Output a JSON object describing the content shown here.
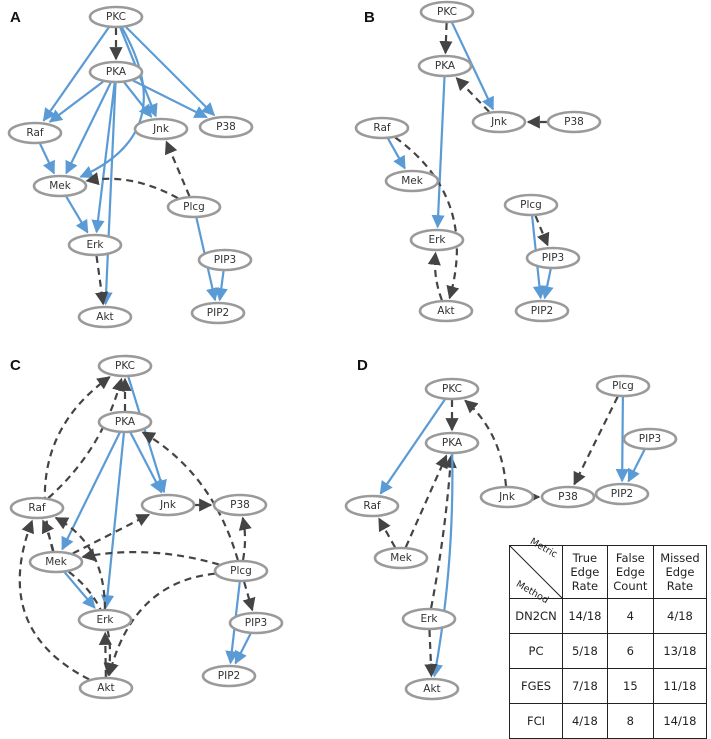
{
  "panels": [
    {
      "letter": "A",
      "nodes": [
        {
          "id": "PKC",
          "label": "PKC"
        },
        {
          "id": "PKA",
          "label": "PKA"
        },
        {
          "id": "Raf",
          "label": "Raf"
        },
        {
          "id": "Jnk",
          "label": "Jnk"
        },
        {
          "id": "P38",
          "label": "P38"
        },
        {
          "id": "Mek",
          "label": "Mek"
        },
        {
          "id": "Plcg",
          "label": "Plcg"
        },
        {
          "id": "Erk",
          "label": "Erk"
        },
        {
          "id": "PIP3",
          "label": "PIP3"
        },
        {
          "id": "Akt",
          "label": "Akt"
        },
        {
          "id": "PIP2",
          "label": "PIP2"
        }
      ],
      "edges": [
        {
          "from": "PKC",
          "to": "PKA",
          "kind": "other"
        },
        {
          "from": "PKC",
          "to": "Raf",
          "kind": "true"
        },
        {
          "from": "PKC",
          "to": "Mek",
          "kind": "true"
        },
        {
          "from": "PKC",
          "to": "Jnk",
          "kind": "true"
        },
        {
          "from": "PKC",
          "to": "P38",
          "kind": "true"
        },
        {
          "from": "PKA",
          "to": "Raf",
          "kind": "true"
        },
        {
          "from": "PKA",
          "to": "Mek",
          "kind": "true"
        },
        {
          "from": "PKA",
          "to": "Erk",
          "kind": "true"
        },
        {
          "from": "PKA",
          "to": "Akt",
          "kind": "true"
        },
        {
          "from": "PKA",
          "to": "Jnk",
          "kind": "true"
        },
        {
          "from": "PKA",
          "to": "P38",
          "kind": "true"
        },
        {
          "from": "Raf",
          "to": "Mek",
          "kind": "true"
        },
        {
          "from": "Mek",
          "to": "Erk",
          "kind": "true"
        },
        {
          "from": "Plcg",
          "to": "Mek",
          "kind": "other"
        },
        {
          "from": "Plcg",
          "to": "Jnk",
          "kind": "other"
        },
        {
          "from": "Plcg",
          "to": "PIP2",
          "kind": "true"
        },
        {
          "from": "PIP3",
          "to": "PIP2",
          "kind": "true"
        },
        {
          "from": "Erk",
          "to": "Akt",
          "kind": "other"
        }
      ]
    },
    {
      "letter": "B",
      "nodes": [
        {
          "id": "PKC",
          "label": "PKC"
        },
        {
          "id": "PKA",
          "label": "PKA"
        },
        {
          "id": "Jnk",
          "label": "Jnk"
        },
        {
          "id": "P38",
          "label": "P38"
        },
        {
          "id": "Raf",
          "label": "Raf"
        },
        {
          "id": "Mek",
          "label": "Mek"
        },
        {
          "id": "Plcg",
          "label": "Plcg"
        },
        {
          "id": "Erk",
          "label": "Erk"
        },
        {
          "id": "PIP3",
          "label": "PIP3"
        },
        {
          "id": "Akt",
          "label": "Akt"
        },
        {
          "id": "PIP2",
          "label": "PIP2"
        }
      ],
      "edges": [
        {
          "from": "PKC",
          "to": "PKA",
          "kind": "other"
        },
        {
          "from": "PKC",
          "to": "Jnk",
          "kind": "true"
        },
        {
          "from": "Jnk",
          "to": "PKA",
          "kind": "other"
        },
        {
          "from": "P38",
          "to": "Jnk",
          "kind": "other"
        },
        {
          "from": "PKA",
          "to": "Erk",
          "kind": "true"
        },
        {
          "from": "Raf",
          "to": "Mek",
          "kind": "true"
        },
        {
          "from": "Raf",
          "to": "Akt",
          "kind": "other"
        },
        {
          "from": "Akt",
          "to": "Erk",
          "kind": "other"
        },
        {
          "from": "Plcg",
          "to": "PIP3",
          "kind": "other"
        },
        {
          "from": "Plcg",
          "to": "PIP2",
          "kind": "true"
        },
        {
          "from": "PIP3",
          "to": "PIP2",
          "kind": "true"
        }
      ]
    },
    {
      "letter": "C",
      "nodes": [
        {
          "id": "PKC",
          "label": "PKC"
        },
        {
          "id": "PKA",
          "label": "PKA"
        },
        {
          "id": "Raf",
          "label": "Raf"
        },
        {
          "id": "Jnk",
          "label": "Jnk"
        },
        {
          "id": "P38",
          "label": "P38"
        },
        {
          "id": "Mek",
          "label": "Mek"
        },
        {
          "id": "Plcg",
          "label": "Plcg"
        },
        {
          "id": "Erk",
          "label": "Erk"
        },
        {
          "id": "PIP3",
          "label": "PIP3"
        },
        {
          "id": "Akt",
          "label": "Akt"
        },
        {
          "id": "PIP2",
          "label": "PIP2"
        }
      ],
      "edges": [
        {
          "from": "PKA",
          "to": "PKC",
          "kind": "other"
        },
        {
          "from": "PKC",
          "to": "Jnk",
          "kind": "true"
        },
        {
          "from": "PKA",
          "to": "Jnk",
          "kind": "true"
        },
        {
          "from": "PKA",
          "to": "Mek",
          "kind": "true"
        },
        {
          "from": "PKA",
          "to": "Erk",
          "kind": "true"
        },
        {
          "from": "Raf",
          "to": "PKC",
          "kind": "other"
        },
        {
          "from": "Mek",
          "to": "PKC",
          "kind": "other"
        },
        {
          "from": "Jnk",
          "to": "P38",
          "kind": "other"
        },
        {
          "from": "Mek",
          "to": "Jnk",
          "kind": "other"
        },
        {
          "from": "Mek",
          "to": "Raf",
          "kind": "other"
        },
        {
          "from": "Mek",
          "to": "Erk",
          "kind": "true"
        },
        {
          "from": "Erk",
          "to": "Raf",
          "kind": "other"
        },
        {
          "from": "Plcg",
          "to": "Mek",
          "kind": "other"
        },
        {
          "from": "Plcg",
          "to": "PKA",
          "kind": "other"
        },
        {
          "from": "Plcg",
          "to": "P38",
          "kind": "other"
        },
        {
          "from": "Plcg",
          "to": "PIP3",
          "kind": "other"
        },
        {
          "from": "Plcg",
          "to": "PIP2",
          "kind": "true"
        },
        {
          "from": "PIP3",
          "to": "PIP2",
          "kind": "true"
        },
        {
          "from": "Akt",
          "to": "Raf",
          "kind": "other"
        },
        {
          "from": "Akt",
          "to": "Erk",
          "kind": "other"
        },
        {
          "from": "Plcg",
          "to": "Akt",
          "kind": "other"
        },
        {
          "from": "Mek",
          "to": "Akt",
          "kind": "other"
        }
      ]
    },
    {
      "letter": "D",
      "nodes": [
        {
          "id": "PKC",
          "label": "PKC"
        },
        {
          "id": "PKA",
          "label": "PKA"
        },
        {
          "id": "Raf",
          "label": "Raf"
        },
        {
          "id": "Mek",
          "label": "Mek"
        },
        {
          "id": "Jnk",
          "label": "Jnk"
        },
        {
          "id": "P38",
          "label": "P38"
        },
        {
          "id": "Plcg",
          "label": "Plcg"
        },
        {
          "id": "PIP3",
          "label": "PIP3"
        },
        {
          "id": "PIP2",
          "label": "PIP2"
        },
        {
          "id": "Erk",
          "label": "Erk"
        },
        {
          "id": "Akt",
          "label": "Akt"
        }
      ],
      "edges": [
        {
          "from": "PKC",
          "to": "PKA",
          "kind": "other"
        },
        {
          "from": "PKC",
          "to": "Raf",
          "kind": "true"
        },
        {
          "from": "Mek",
          "to": "Raf",
          "kind": "other"
        },
        {
          "from": "Mek",
          "to": "PKA",
          "kind": "other"
        },
        {
          "from": "Erk",
          "to": "PKA",
          "kind": "other"
        },
        {
          "from": "PKA",
          "to": "Akt",
          "kind": "true"
        },
        {
          "from": "Erk",
          "to": "Akt",
          "kind": "other"
        },
        {
          "from": "Jnk",
          "to": "PKC",
          "kind": "other"
        },
        {
          "from": "Jnk",
          "to": "P38",
          "kind": "other"
        },
        {
          "from": "Plcg",
          "to": "P38",
          "kind": "other"
        },
        {
          "from": "Plcg",
          "to": "PIP2",
          "kind": "true"
        },
        {
          "from": "PIP3",
          "to": "PIP2",
          "kind": "true"
        }
      ]
    }
  ],
  "table": {
    "corner_top": "Metric",
    "corner_bottom": "Method",
    "headers": [
      [
        "True",
        "Edge",
        "Rate"
      ],
      [
        "False",
        "Edge",
        "Count"
      ],
      [
        "Missed",
        "Edge",
        "Rate"
      ]
    ],
    "rows": [
      {
        "method": "DN2CN",
        "values": [
          "14/18",
          "4",
          "4/18"
        ],
        "bold": true
      },
      {
        "method": "PC",
        "values": [
          "5/18",
          "6",
          "13/18"
        ],
        "bold": false
      },
      {
        "method": "FGES",
        "values": [
          "7/18",
          "15",
          "11/18"
        ],
        "bold": false
      },
      {
        "method": "FCI",
        "values": [
          "4/18",
          "8",
          "14/18"
        ],
        "bold": false
      }
    ]
  },
  "colors": {
    "true_edge": "#5b9bd5",
    "other_edge": "#444444",
    "node_border": "#9a9a9a"
  }
}
